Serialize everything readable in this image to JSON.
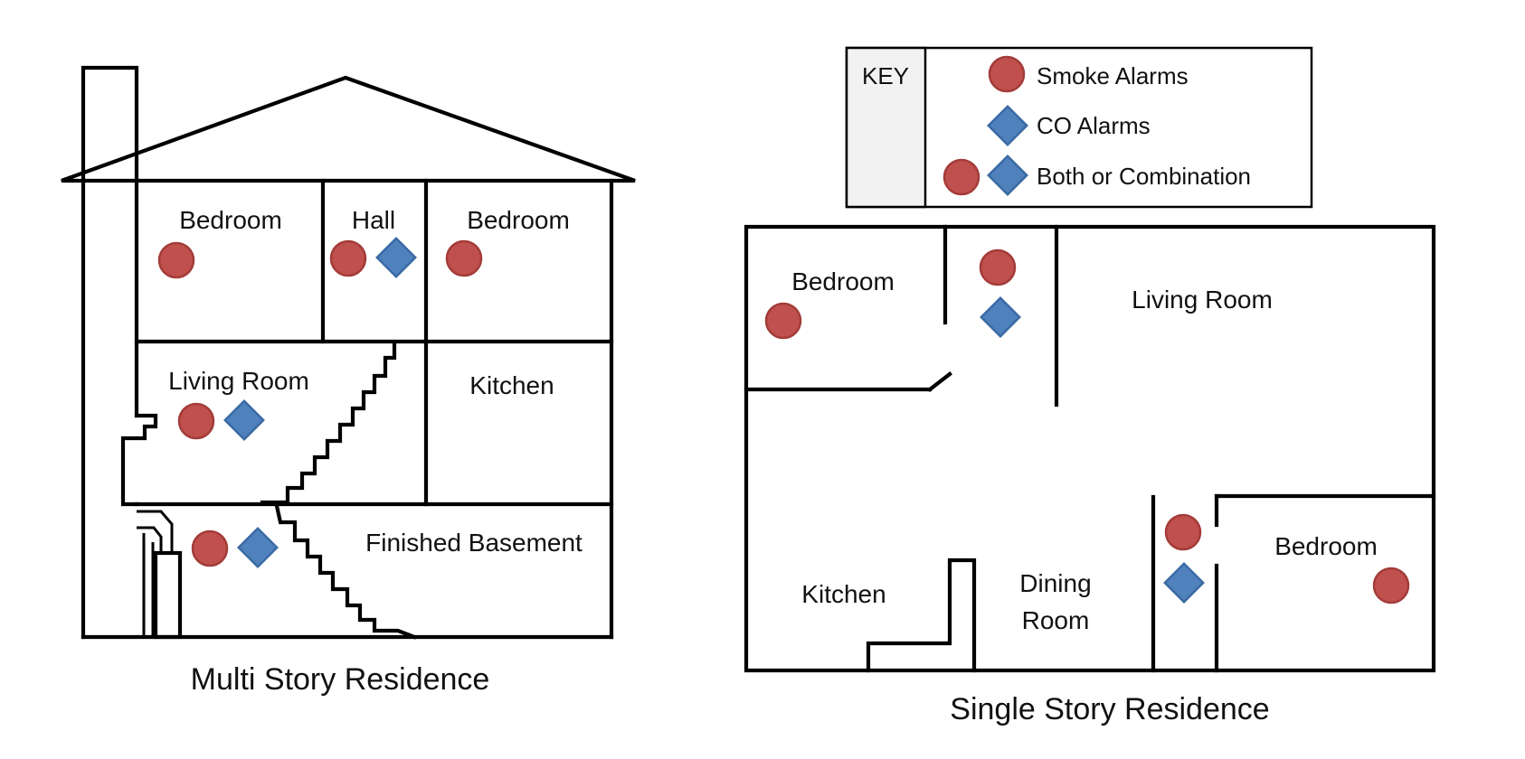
{
  "colors": {
    "smoke": "#c0504d",
    "smoke_stroke": "#a33c39",
    "co": "#4f81bd",
    "co_stroke": "#3a6aa3",
    "key_shade": "#f2f2f2"
  },
  "icons": {
    "smoke": "red-circle",
    "co": "blue-diamond"
  },
  "key": {
    "title": "KEY",
    "smoke_label": "Smoke Alarms",
    "co_label": "CO Alarms",
    "both_label": "Both or Combination"
  },
  "multi_story": {
    "caption": "Multi Story Residence",
    "rooms": {
      "bedroom_left": "Bedroom",
      "hall": "Hall",
      "bedroom_right": "Bedroom",
      "living_room": "Living Room",
      "kitchen": "Kitchen",
      "basement": "Finished Basement"
    }
  },
  "single_story": {
    "caption": "Single Story Residence",
    "rooms": {
      "bedroom_left": "Bedroom",
      "living_room": "Living Room",
      "bedroom_right": "Bedroom",
      "kitchen": "Kitchen",
      "dining_line1": "Dining",
      "dining_line2": "Room"
    }
  }
}
